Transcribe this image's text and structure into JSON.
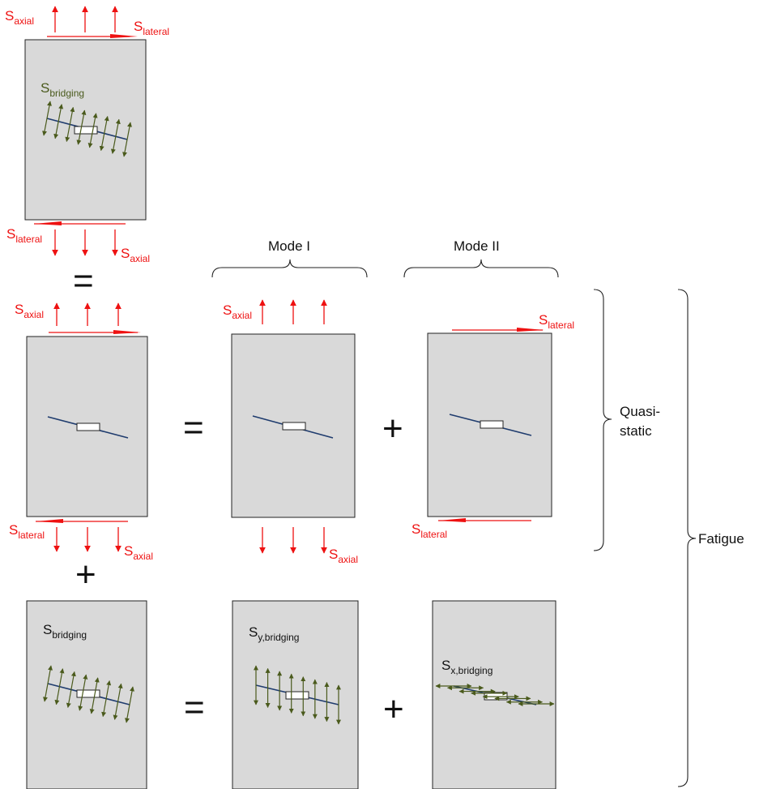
{
  "labels": {
    "s": "S",
    "axial": "axial",
    "lateral": "lateral",
    "bridging": "bridging",
    "y_bridging": "y,bridging",
    "x_bridging": "x,bridging"
  },
  "headers": {
    "mode1": "Mode I",
    "mode2": "Mode II"
  },
  "braces": {
    "quasi_line1": "Quasi-",
    "quasi_line2": "static",
    "fatigue": "Fatigue"
  },
  "operators": {
    "equals": "=",
    "plus": "+"
  },
  "colors": {
    "load_red": "#ee1111",
    "bridging_green": "#4a5a1c",
    "crack_blue": "#1f3c6e",
    "panel_fill": "#d9d9d9",
    "text_dark": "#111111"
  }
}
